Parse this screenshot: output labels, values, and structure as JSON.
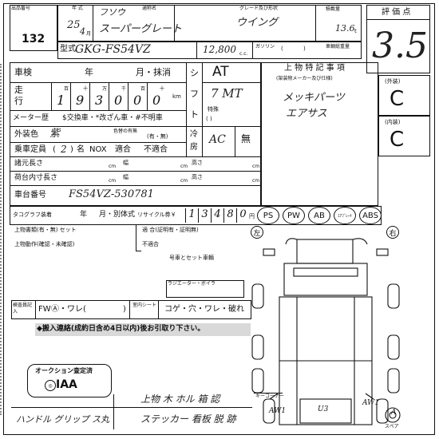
{
  "header": {
    "lot_label": "出品番号",
    "lot_number": "132",
    "year_label": "年 式",
    "year_value": "25",
    "month_value": "4",
    "month_label": "月",
    "maker_label": "通称名",
    "maker_value": "フソウ",
    "model_name": "スーパーグレート",
    "grade_label": "グレード及び形状",
    "grade_value": "ウイング",
    "load_label": "積載量",
    "load_value": "13.6",
    "load_unit": "t",
    "model_code_label": "型式",
    "model_code": "GKG-FS54VZ",
    "cc_value": "12,800",
    "cc_unit": "c.c.",
    "fuel_label": "ガソリン",
    "fuel_sep1": "(",
    "fuel_sep2": ")",
    "seats_label": "車輌総重量",
    "score_label": "評 価 点",
    "score_value": "3.5"
  },
  "rows": {
    "inspection_label": "車検",
    "inspection_year": "年",
    "inspection_month": "月・抹消",
    "mileage_label": "走行",
    "mileage_digits": [
      "1",
      "9",
      "3",
      "0",
      "0",
      "0"
    ],
    "mileage_units": [
      "百",
      "十",
      "万",
      "千",
      "百",
      "十"
    ],
    "mileage_km": "km",
    "meter_label": "メーター歴",
    "meter_options": "$交換車・*改ざん車・#不明車",
    "color_label": "外装色",
    "color_value": "紫",
    "color_change": "色替の有無",
    "color_change_values": "(有・無)",
    "capacity_label": "乗車定員",
    "capacity_value": "2",
    "capacity_unit": "名",
    "nox_label": "NOX",
    "nox_ok": "適合",
    "nox_ng": "不適合",
    "dims_label": "諸元長さ",
    "dims_width": "幅",
    "dims_height": "高さ",
    "dims_unit": "cm",
    "cargo_label": "荷台内寸長さ",
    "cargo_width": "幅",
    "cargo_height": "高さ",
    "chassis_label": "車台番号",
    "chassis_value": "FS54VZ-530781"
  },
  "shift": {
    "label1": "シ",
    "label2": "フ",
    "label3": "ト",
    "type_value": "AT",
    "gears_value": "7 MT",
    "special_label": "特殊",
    "cooling_label1": "冷",
    "cooling_label2": "房",
    "ac_value": "AC",
    "none_value": "無"
  },
  "notes": {
    "title": "上 物 特 記 事 項",
    "subtitle": "(架装物メーカー及び仕様)",
    "line1": "メッキパーツ",
    "line2": "エアサス",
    "exterior_label": "(外装)",
    "exterior_grade": "C",
    "interior_label": "(内装)",
    "interior_grade": "C"
  },
  "recycle": {
    "tacho_label": "タコグラフ装着",
    "year_label": "年",
    "month_label": "月・別体式",
    "recycle_label": "リサイクル券￥",
    "digits": [
      "1",
      "3",
      "4",
      "8",
      "0"
    ],
    "yen": "円",
    "opts": [
      "PS",
      "PW",
      "AB",
      "ｴｱﾌﾞﾚｰｷ",
      "ABS"
    ]
  },
  "upper": {
    "docs_label": "上物書類(有・無) セット",
    "ok_label": "適 合(証明有・証明無)",
    "ng_label": "不適合",
    "action_label": "上物動作(確認・未確認)",
    "set_label": "号車とセット車輌",
    "left_label": "左",
    "right_label": "右"
  },
  "bottom": {
    "radiator_label": "ラジエーター・ボイラ",
    "inspection_table": "検査員記入",
    "fw_label": "FW",
    "fw_options": "Ⓐ・ワレ(",
    "fw_close": ")",
    "interior_seat": "室内シート",
    "seat_options": "コゲ・穴・ワレ・破れ",
    "notice": "◆搬入連絡(成約日含め4日以内)後お引取り下さい。",
    "auction_label": "オークション査定済",
    "iaa_label": "IAA",
    "remark1": "上物 木 ホル 箱 認",
    "remark2": "ハンドル グリップ ス丸",
    "remark3": "ステッカー 看板 脱 跡",
    "key_label": "キーコーナー",
    "diagram_marks": [
      "AW1",
      "U3",
      "AW1",
      "A"
    ],
    "spare_label": "スペア"
  }
}
